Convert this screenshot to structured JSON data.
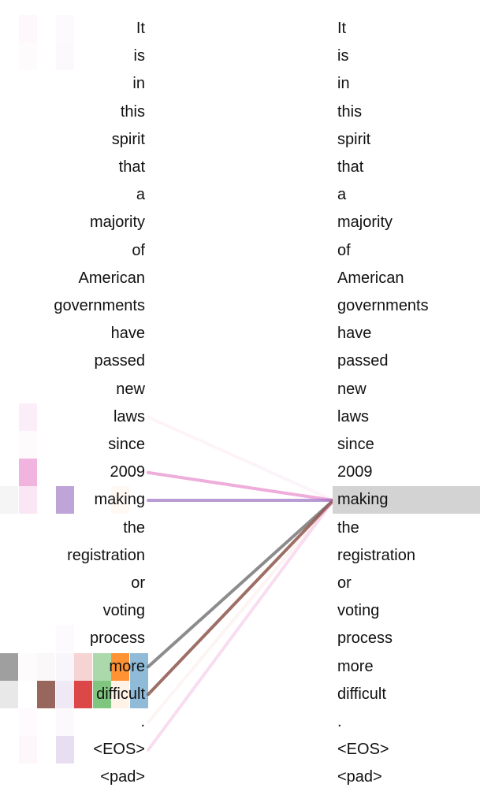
{
  "tokens": [
    "It",
    "is",
    "in",
    "this",
    "spirit",
    "that",
    "a",
    "majority",
    "of",
    "American",
    "governments",
    "have",
    "passed",
    "new",
    "laws",
    "since",
    "2009",
    "making",
    "the",
    "registration",
    "or",
    "voting",
    "process",
    "more",
    "difficult",
    ".",
    "<EOS>",
    "<pad>"
  ],
  "selected_index": 17,
  "heads": 8,
  "head_colors": [
    "#7f7f7f",
    "#e377c2",
    "#8c564b",
    "#9467bd",
    "#d62728",
    "#2ca02c",
    "#ff7f0e",
    "#1f77b4"
  ],
  "heatmap": [
    {
      "row": 0,
      "head": 1,
      "weight": 0.05
    },
    {
      "row": 0,
      "head": 3,
      "weight": 0.03
    },
    {
      "row": 1,
      "head": 1,
      "weight": 0.03
    },
    {
      "row": 1,
      "head": 3,
      "weight": 0.04
    },
    {
      "row": 14,
      "head": 1,
      "weight": 0.12
    },
    {
      "row": 15,
      "head": 1,
      "weight": 0.03
    },
    {
      "row": 16,
      "head": 1,
      "weight": 0.55
    },
    {
      "row": 17,
      "head": 0,
      "weight": 0.08
    },
    {
      "row": 17,
      "head": 1,
      "weight": 0.18
    },
    {
      "row": 17,
      "head": 3,
      "weight": 0.6
    },
    {
      "row": 17,
      "head": 6,
      "weight": 0.05
    },
    {
      "row": 22,
      "head": 3,
      "weight": 0.03
    },
    {
      "row": 23,
      "head": 0,
      "weight": 0.75
    },
    {
      "row": 23,
      "head": 1,
      "weight": 0.03
    },
    {
      "row": 23,
      "head": 2,
      "weight": 0.04
    },
    {
      "row": 23,
      "head": 3,
      "weight": 0.06
    },
    {
      "row": 23,
      "head": 4,
      "weight": 0.2
    },
    {
      "row": 23,
      "head": 5,
      "weight": 0.4
    },
    {
      "row": 23,
      "head": 6,
      "weight": 0.85
    },
    {
      "row": 23,
      "head": 7,
      "weight": 0.5
    },
    {
      "row": 24,
      "head": 0,
      "weight": 0.18
    },
    {
      "row": 24,
      "head": 2,
      "weight": 0.9
    },
    {
      "row": 24,
      "head": 3,
      "weight": 0.15
    },
    {
      "row": 24,
      "head": 4,
      "weight": 0.85
    },
    {
      "row": 24,
      "head": 5,
      "weight": 0.6
    },
    {
      "row": 24,
      "head": 6,
      "weight": 0.1
    },
    {
      "row": 24,
      "head": 7,
      "weight": 0.5
    },
    {
      "row": 25,
      "head": 1,
      "weight": 0.04
    },
    {
      "row": 25,
      "head": 3,
      "weight": 0.04
    },
    {
      "row": 26,
      "head": 1,
      "weight": 0.06
    },
    {
      "row": 26,
      "head": 3,
      "weight": 0.22
    }
  ],
  "lines": [
    {
      "from": 14,
      "color": "#e377c2",
      "weight": 0.08
    },
    {
      "from": 16,
      "color": "#e377c2",
      "weight": 0.6
    },
    {
      "from": 17,
      "color": "#9467bd",
      "weight": 0.65
    },
    {
      "from": 23,
      "color": "#7f7f7f",
      "weight": 0.9
    },
    {
      "from": 24,
      "color": "#8c564b",
      "weight": 0.85
    },
    {
      "from": 25,
      "color": "#d62728",
      "weight": 0.05
    },
    {
      "from": 26,
      "color": "#e377c2",
      "weight": 0.25
    }
  ]
}
